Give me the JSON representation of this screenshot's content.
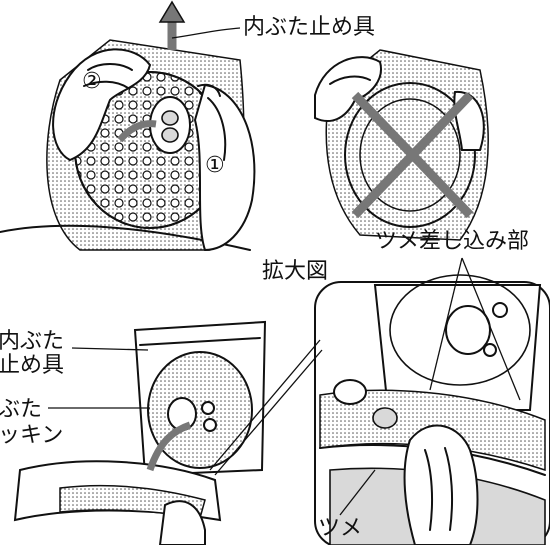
{
  "labels": {
    "inner_lid_clip_top": "内ぶた止め具",
    "step_marker_1": "①",
    "step_marker_2": "②",
    "claw_insert_part": "ツメ差し込み部",
    "enlarged_view": "拡大図",
    "inner_lid_clip_left_line1": "内ぶた",
    "inner_lid_clip_left_line2": "止め具",
    "inner_lid_packing_line1": "ぶた",
    "inner_lid_packing_line2": "ッキン",
    "claw": "ツメ"
  }
}
